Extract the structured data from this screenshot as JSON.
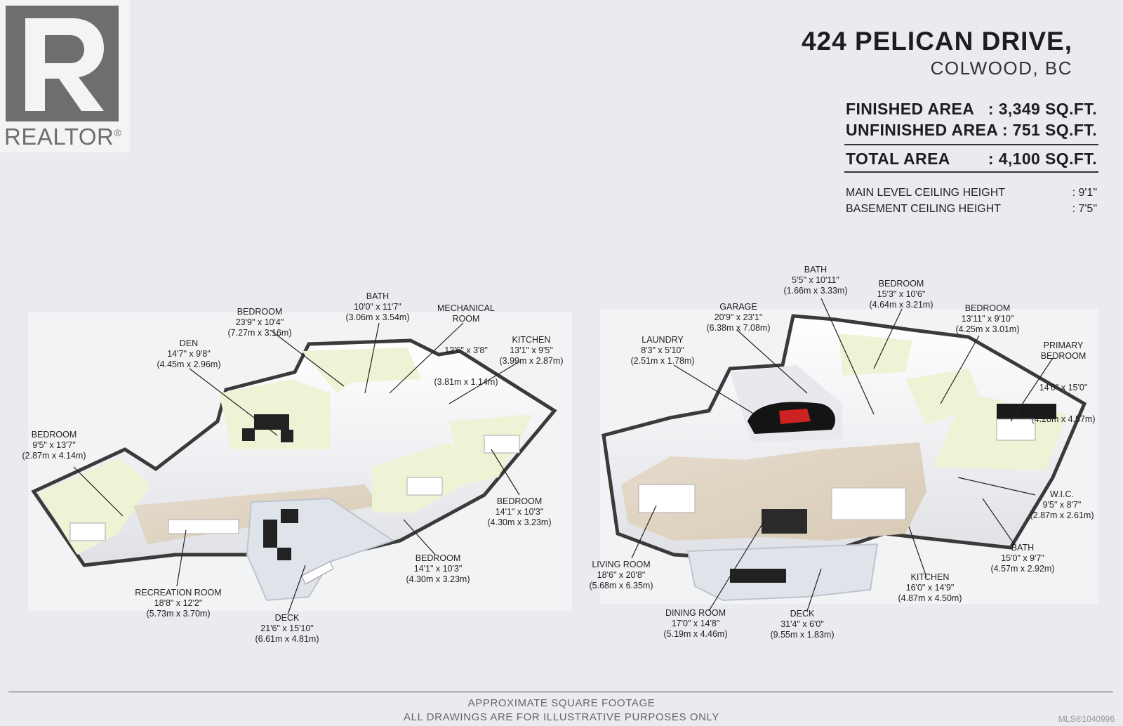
{
  "brand": {
    "wordmark": "REALTOR",
    "reg": "®"
  },
  "header": {
    "address_line1": "424 PELICAN DRIVE,",
    "address_line2": "COLWOOD, BC"
  },
  "areas": [
    {
      "label": "FINISHED AREA",
      "value": ": 3,349 SQ.FT."
    },
    {
      "label": "UNFINISHED AREA",
      "value": ":     751 SQ.FT."
    },
    {
      "label": "TOTAL AREA",
      "value": ": 4,100 SQ.FT."
    }
  ],
  "ceilings": [
    {
      "label": "MAIN LEVEL CEILING HEIGHT",
      "value": ": 9'1\""
    },
    {
      "label": "BASEMENT CEILING HEIGHT",
      "value": ": 7'5\""
    }
  ],
  "basement_rooms": [
    {
      "name": "BEDROOM",
      "dims": "9'5\" x 13'7\"",
      "metric": "(2.87m x 4.14m)"
    },
    {
      "name": "DEN",
      "dims": "14'7\" x 9'8\"",
      "metric": "(4.45m x 2.96m)"
    },
    {
      "name": "BEDROOM",
      "dims": "23'9\" x 10'4\"",
      "metric": "(7.27m x 3.16m)"
    },
    {
      "name": "BATH",
      "dims": "10'0\" x 11'7\"",
      "metric": "(3.06m x 3.54m)"
    },
    {
      "name": "MECHANICAL\nROOM",
      "dims": "12'6\" x 3'8\"",
      "metric": "(3.81m x 1.14m)"
    },
    {
      "name": "KITCHEN",
      "dims": "13'1\" x 9'5\"",
      "metric": "(3.99m x 2.87m)"
    },
    {
      "name": "BEDROOM",
      "dims": "14'1\" x 10'3\"",
      "metric": "(4.30m x 3.23m)"
    },
    {
      "name": "BEDROOM",
      "dims": "14'1\" x 10'3\"",
      "metric": "(4.30m x 3.23m)"
    },
    {
      "name": "RECREATION ROOM",
      "dims": "18'8\" x 12'2\"",
      "metric": "(5.73m x 3.70m)"
    },
    {
      "name": "DECK",
      "dims": "21'6\" x 15'10\"",
      "metric": "(6.61m x 4.81m)"
    }
  ],
  "main_rooms": [
    {
      "name": "LAUNDRY",
      "dims": "8'3\" x 5'10\"",
      "metric": "(2.51m x 1.78m)"
    },
    {
      "name": "GARAGE",
      "dims": "20'9\" x 23'1\"",
      "metric": "(6.38m x 7.08m)"
    },
    {
      "name": "BATH",
      "dims": "5'5\" x 10'11\"",
      "metric": "(1.66m x 3.33m)"
    },
    {
      "name": "BEDROOM",
      "dims": "15'3\" x 10'6\"",
      "metric": "(4.64m x 3.21m)"
    },
    {
      "name": "BEDROOM",
      "dims": "13'11\" x 9'10\"",
      "metric": "(4.25m x 3.01m)"
    },
    {
      "name": "PRIMARY\nBEDROOM",
      "dims": "14'0\" x 15'0\"",
      "metric": "(4.28m x 4.57m)"
    },
    {
      "name": "W.I.C.",
      "dims": "9'5\" x 8'7\"",
      "metric": "(2.87m x 2.61m)"
    },
    {
      "name": "BATH",
      "dims": "15'0\" x 9'7\"",
      "metric": "(4.57m x 2.92m)"
    },
    {
      "name": "KITCHEN",
      "dims": "16'0\" x 14'9\"",
      "metric": "(4.87m x 4.50m)"
    },
    {
      "name": "DECK",
      "dims": "31'4\" x 6'0\"",
      "metric": "(9.55m x 1.83m)"
    },
    {
      "name": "DINING ROOM",
      "dims": "17'0\" x 14'8\"",
      "metric": "(5.19m x 4.46m)"
    },
    {
      "name": "LIVING ROOM",
      "dims": "18'6\" x 20'8\"",
      "metric": "(5.68m x 6.35m)"
    }
  ],
  "footer": {
    "line1": "APPROXIMATE SQUARE FOOTAGE",
    "line2": "ALL DRAWINGS ARE FOR ILLUSTRATIVE PURPOSES ONLY",
    "mls": "MLS®1040996"
  }
}
